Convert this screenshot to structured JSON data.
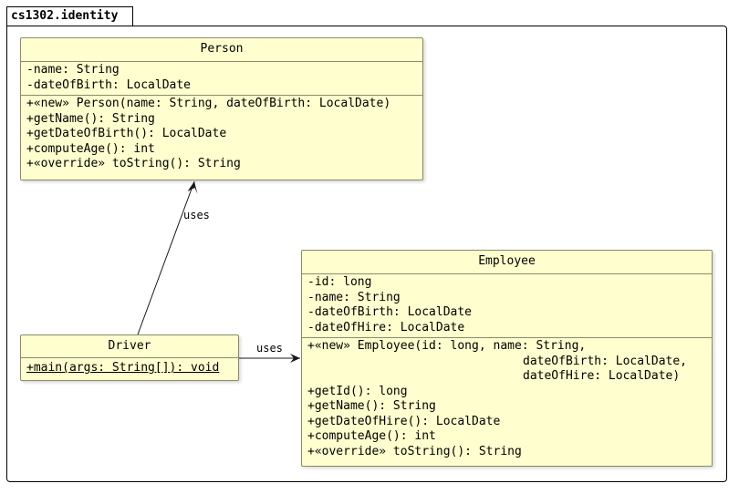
{
  "package": {
    "name": "cs1302.identity"
  },
  "classes": {
    "person": {
      "name": "Person",
      "fields": [
        "-name: String",
        "-dateOfBirth: LocalDate"
      ],
      "methods": [
        "+«new» Person(name: String, dateOfBirth: LocalDate)",
        "+getName(): String",
        "+getDateOfBirth(): LocalDate",
        "+computeAge(): int",
        "+«override» toString(): String"
      ]
    },
    "employee": {
      "name": "Employee",
      "fields": [
        "-id: long",
        "-name: String",
        "-dateOfBirth: LocalDate",
        "-dateOfHire: LocalDate"
      ],
      "methods": [
        "+«new» Employee(id: long, name: String,",
        "dateOfBirth: LocalDate,",
        "dateOfHire: LocalDate)",
        "+getId(): long",
        "+getName(): String",
        "+getDateOfHire(): LocalDate",
        "+computeAge(): int",
        "+«override» toString(): String"
      ]
    },
    "driver": {
      "name": "Driver",
      "methods": [
        "+main(args: String[]): void"
      ]
    }
  },
  "relations": [
    {
      "from": "Driver",
      "to": "Person",
      "label": "uses"
    },
    {
      "from": "Driver",
      "to": "Employee",
      "label": "uses"
    }
  ]
}
